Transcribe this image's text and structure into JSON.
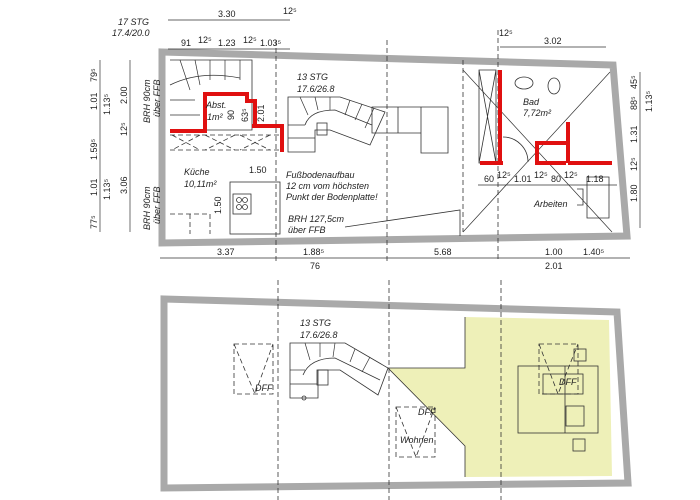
{
  "colors": {
    "wall": "#a9a9a9",
    "new_wall": "#e01010",
    "highlight_area": "#eef0b8"
  },
  "upper_plan": {
    "top_stair": {
      "name": "17 STG",
      "ratio": "17.4/20.0"
    },
    "top_dims": {
      "overall": "3.30",
      "thick_a": "12⁵",
      "d91": "91",
      "thick_b": "12⁵",
      "d123": "1.23",
      "thick_c": "12⁵",
      "d103": "1.03⁵",
      "right_thick": "12⁵",
      "right_width": "3.02"
    },
    "stair": {
      "name": "13 STG",
      "ratio": "17.6/26.8"
    },
    "storage": {
      "name": "Abst.",
      "area": "1m²",
      "w1": "90",
      "w2": "63⁵",
      "door": "2.01"
    },
    "brh_upper": {
      "line1": "BRH 90cm",
      "line2": "über FFB"
    },
    "brh_lower": {
      "line1": "BRH 90cm",
      "line2": "über FFB"
    },
    "left_dims": {
      "a": "79⁵",
      "b": "1.01",
      "c": "1.13⁵",
      "d": "2.00",
      "e": "12⁵",
      "f": "1.59⁵",
      "g": "1.01",
      "h": "1.13⁵",
      "i": "3.06",
      "j": "77⁵"
    },
    "kitchen": {
      "name": "Küche",
      "area": "10,11m²",
      "w": "1.50",
      "h": "1.50"
    },
    "note": {
      "line1": "Fußbodenaufbau",
      "line2": "12 cm vom höchsten",
      "line3": "Punkt der Bodenplatte!"
    },
    "brh_window": {
      "line1": "BRH 127,5cm",
      "line2": "über FFB"
    },
    "bath": {
      "name": "Bad",
      "area": "7,72m²"
    },
    "bath_dims": {
      "a": "60",
      "b": "12⁵",
      "c": "1.01",
      "d": "12⁵",
      "e": "80",
      "f": "12⁵",
      "g": "1.18"
    },
    "work": {
      "name": "Arbeiten"
    },
    "right_dims": {
      "a": "45⁵",
      "b": "88⁵",
      "c": "1.13⁵",
      "d": "1.31",
      "e": "12⁵",
      "f": "1.80"
    },
    "bottom_dims": {
      "a": "3.37",
      "b": "1.88⁵",
      "b2": "76",
      "c": "5.68",
      "d": "1.00",
      "d2": "2.01",
      "e": "1.40⁵"
    }
  },
  "lower_plan": {
    "stair": {
      "name": "13 STG",
      "ratio": "17.6/26.8"
    },
    "skylights": [
      "DFF",
      "DFF",
      "DFF"
    ],
    "room": "Wohnen"
  }
}
